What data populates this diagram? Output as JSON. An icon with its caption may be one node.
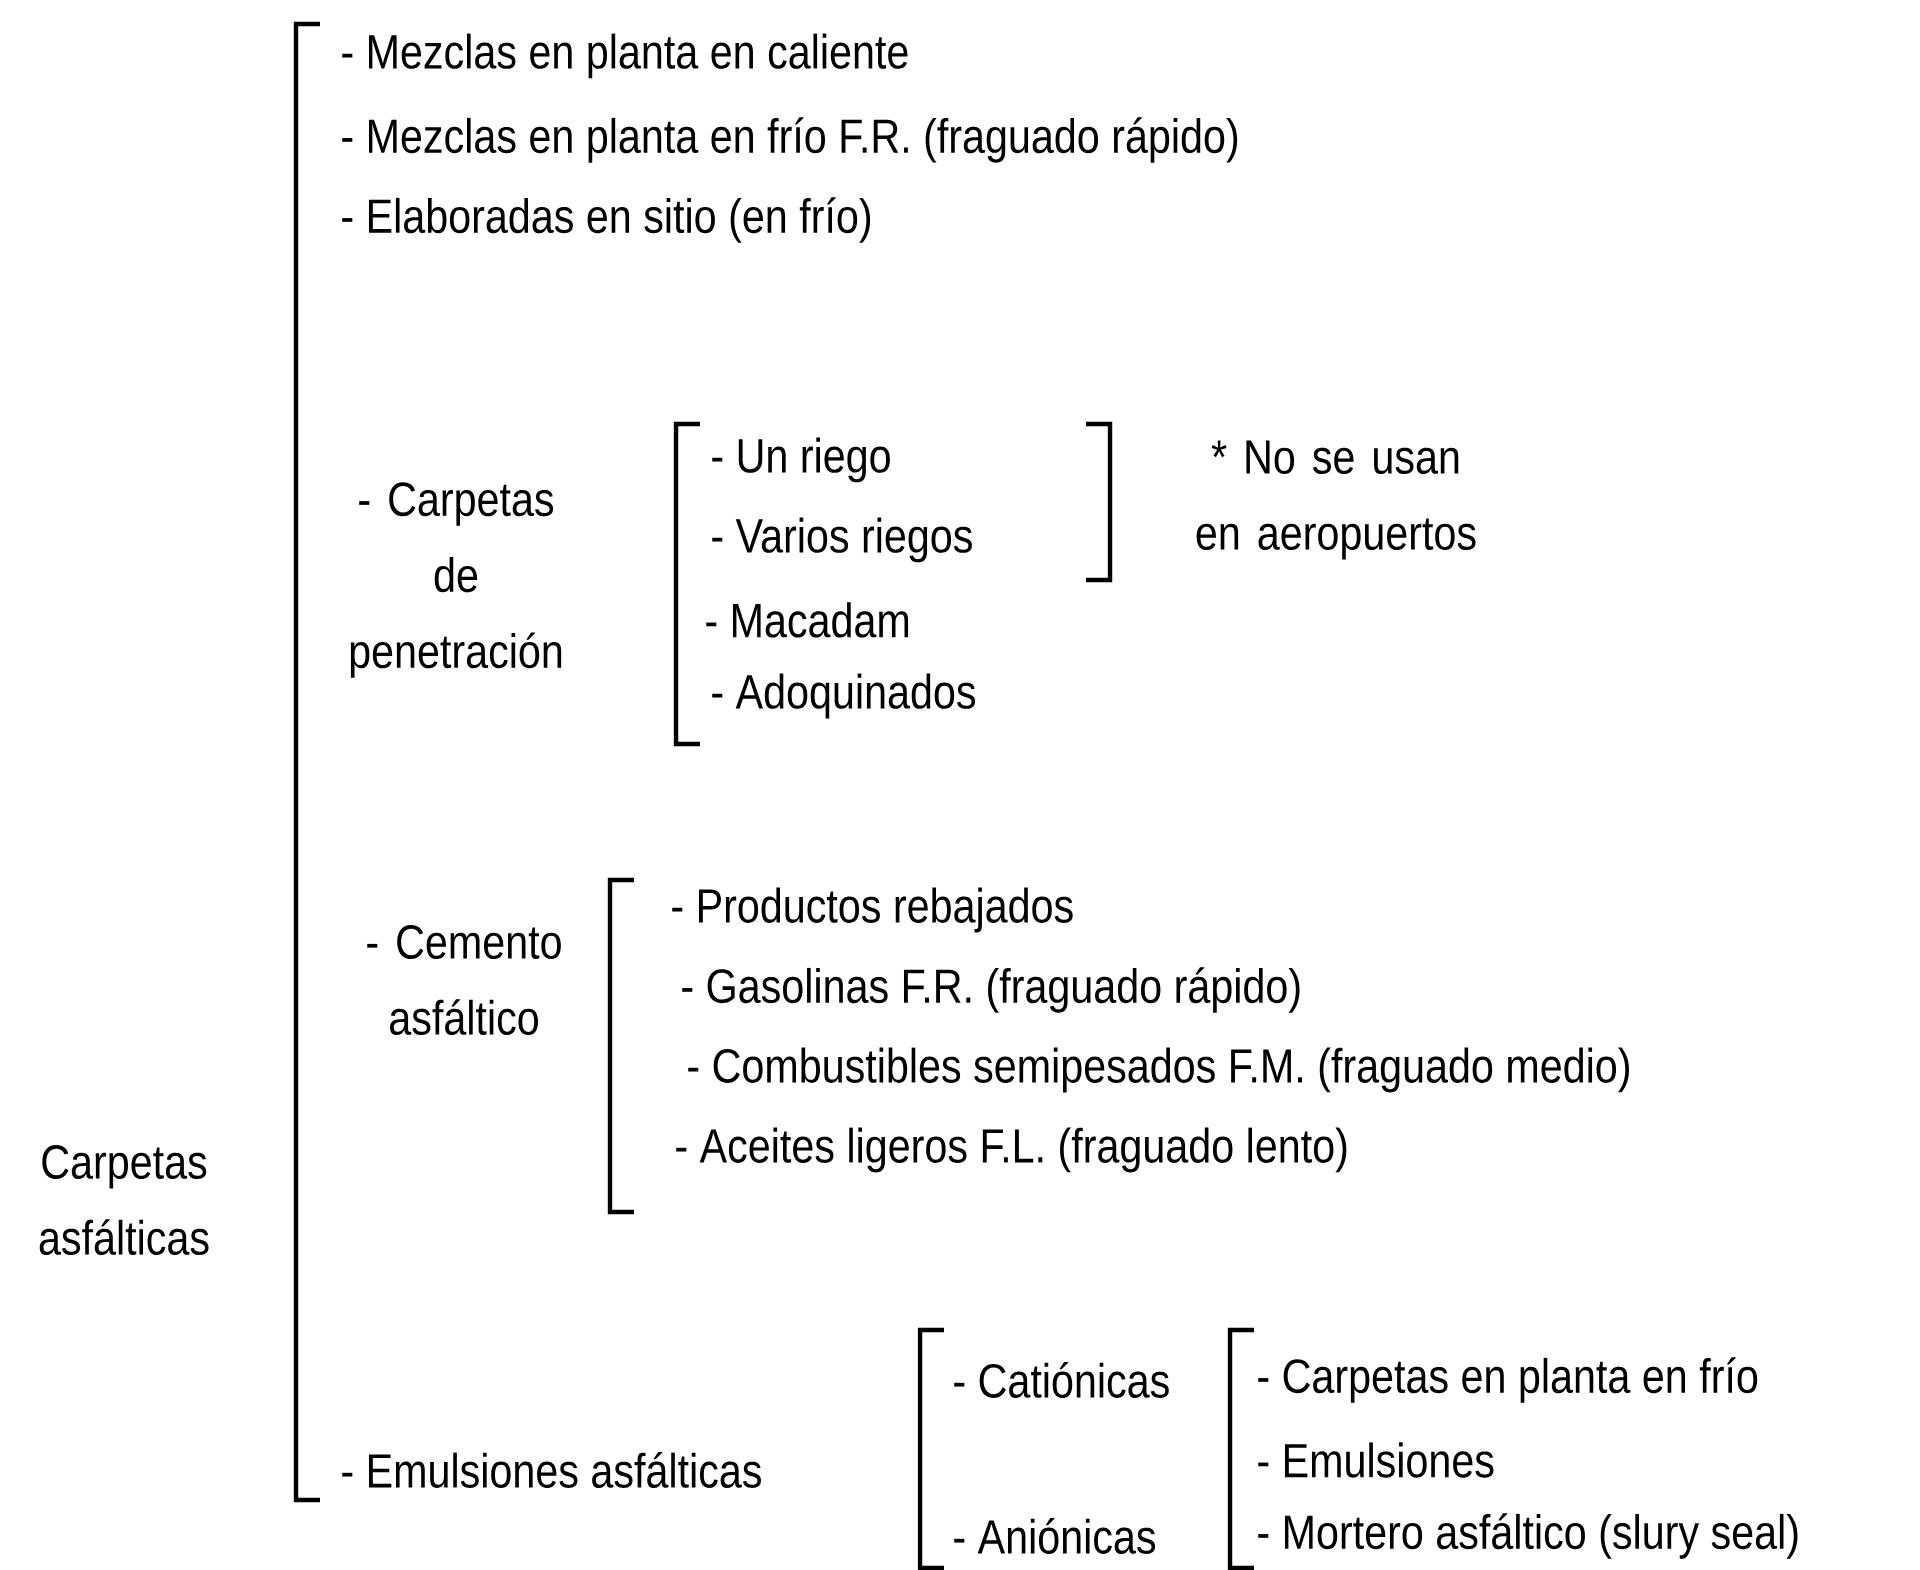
{
  "diagram": {
    "labels": [
      "Carpetas asfálticas",
      "- Mezclas en planta en caliente",
      "- Mezclas en planta en frío F.R. (fraguado rápido)",
      "- Elaboradas en sitio (en frío)",
      "- Carpetas de penetración",
      "- Un riego",
      "- Varios riegos",
      "- Macadam",
      "- Adoquinados",
      "* No se usan en aeropuertos",
      "- Cemento asfáltico",
      "- Productos rebajados",
      "- Gasolinas F.R. (fraguado rápido)",
      "- Combustibles semipesados F.M. (fraguado medio)",
      "- Aceites ligeros F.L. (fraguado lento)",
      "- Emulsiones asfálticas",
      "- Catiónicas",
      "- Aniónicas",
      "- Carpetas en planta en frío",
      "- Emulsiones",
      "- Mortero asfáltico (slury seal)"
    ]
  }
}
